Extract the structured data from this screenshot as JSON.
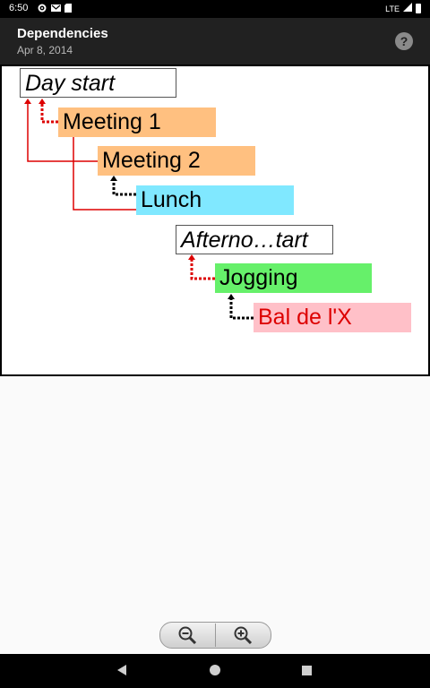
{
  "status_bar": {
    "time": "6:50",
    "network": "LTE"
  },
  "toolbar": {
    "title": "Dependencies",
    "subtitle": "Apr 8, 2014",
    "help_label": "?"
  },
  "tasks": [
    {
      "label": "Day start",
      "kind": "milestone",
      "color": "#ffffff"
    },
    {
      "label": "Meeting 1",
      "kind": "task",
      "color": "#ffc080"
    },
    {
      "label": "Meeting 2",
      "kind": "task",
      "color": "#ffc080"
    },
    {
      "label": "Lunch",
      "kind": "task",
      "color": "#80e8ff"
    },
    {
      "label": "Afterno…tart",
      "kind": "milestone",
      "color": "#ffffff"
    },
    {
      "label": "Jogging",
      "kind": "task",
      "color": "#66f06a"
    },
    {
      "label": "Bal de l'X",
      "kind": "task",
      "color": "#ffc0c8",
      "text_color": "#dd0000"
    }
  ],
  "colors": {
    "dependency_red": "#dd0000",
    "dependency_black": "#000000"
  },
  "zoom": {
    "out_icon": "zoom-out-icon",
    "in_icon": "zoom-in-icon"
  },
  "nav": {
    "back_icon": "back-icon",
    "home_icon": "home-icon",
    "recents_icon": "recents-icon"
  }
}
